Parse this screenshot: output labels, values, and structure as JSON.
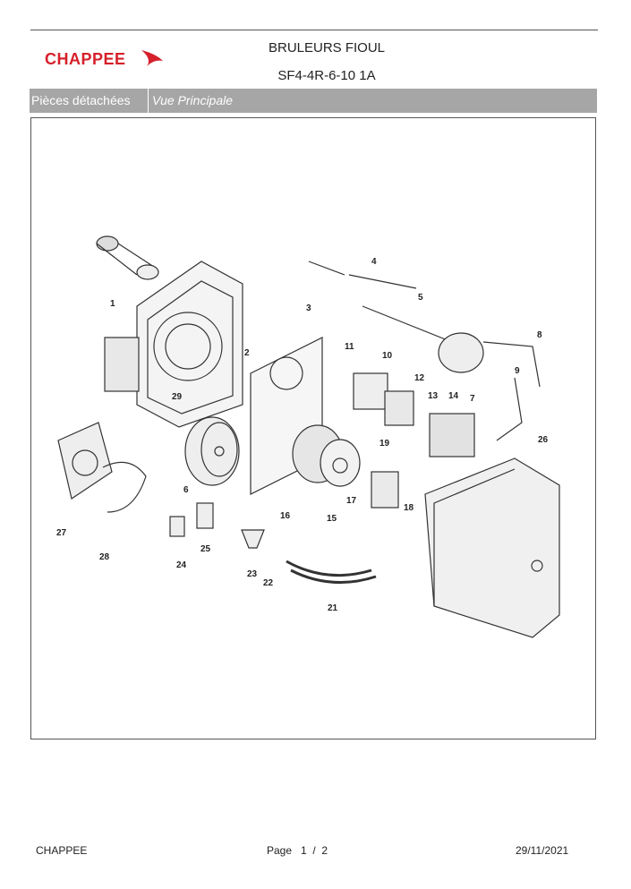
{
  "header": {
    "brand": "CHAPPEE",
    "title_line1": "BRULEURS FIOUL",
    "title_line2": "SF4-4R-6-10 1A"
  },
  "tabs": {
    "section": "Pièces détachées",
    "view": "Vue Principale"
  },
  "diagram": {
    "part_labels": [
      "1",
      "2",
      "3",
      "4",
      "5",
      "6",
      "7",
      "8",
      "9",
      "10",
      "11",
      "12",
      "13",
      "14",
      "15",
      "16",
      "17",
      "18",
      "19",
      "21",
      "22",
      "23",
      "24",
      "25",
      "26",
      "27",
      "28",
      "29"
    ]
  },
  "footer": {
    "company": "CHAPPEE",
    "page_label": "Page",
    "page_current": "1",
    "page_sep": "/",
    "page_total": "2",
    "date": "29/11/2021"
  },
  "colors": {
    "brand_red": "#d6202b",
    "tab_gray": "#a6a6a6"
  }
}
